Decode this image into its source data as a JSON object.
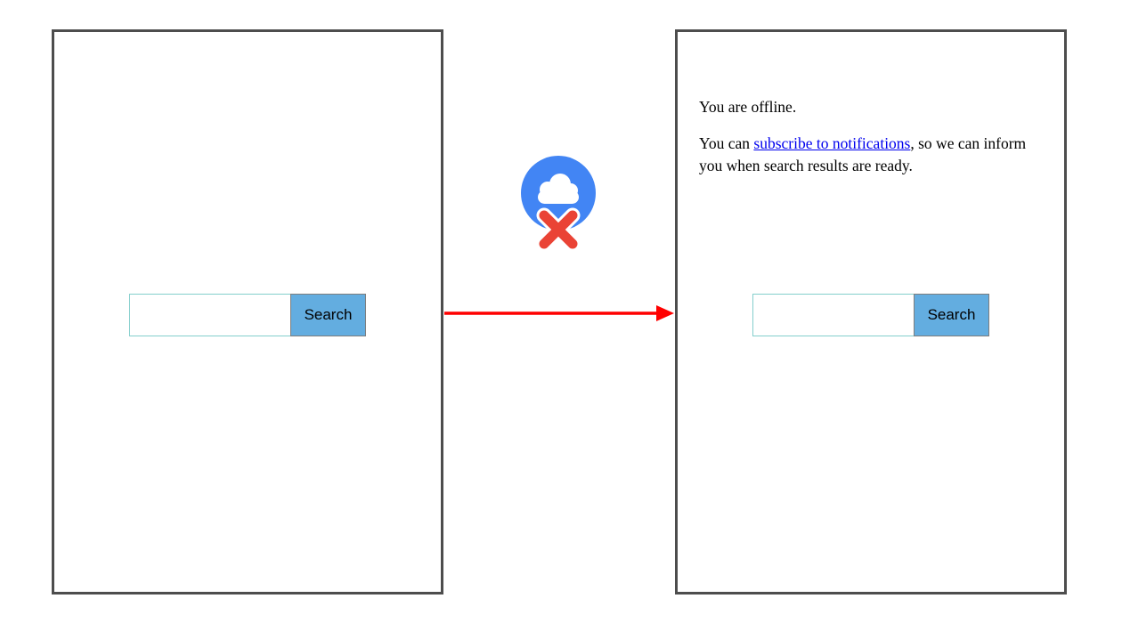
{
  "diagram": {
    "left_panel": {
      "search": {
        "value": "",
        "button_label": "Search"
      }
    },
    "right_panel": {
      "offline_message": "You are offline.",
      "notify_prefix": "You can ",
      "notify_link": "subscribe to notifications",
      "notify_suffix": ", so we can inform you when search results are ready.",
      "search": {
        "value": "",
        "button_label": "Search"
      }
    },
    "colors": {
      "panel_border": "#4d4d4d",
      "button_blue": "#63ade0",
      "input_border_teal": "#84cfcc",
      "cloud_blue": "#4285f4",
      "cross_red": "#ea4335",
      "arrow_red": "#ff0000",
      "link_blue": "#0000ee"
    }
  }
}
